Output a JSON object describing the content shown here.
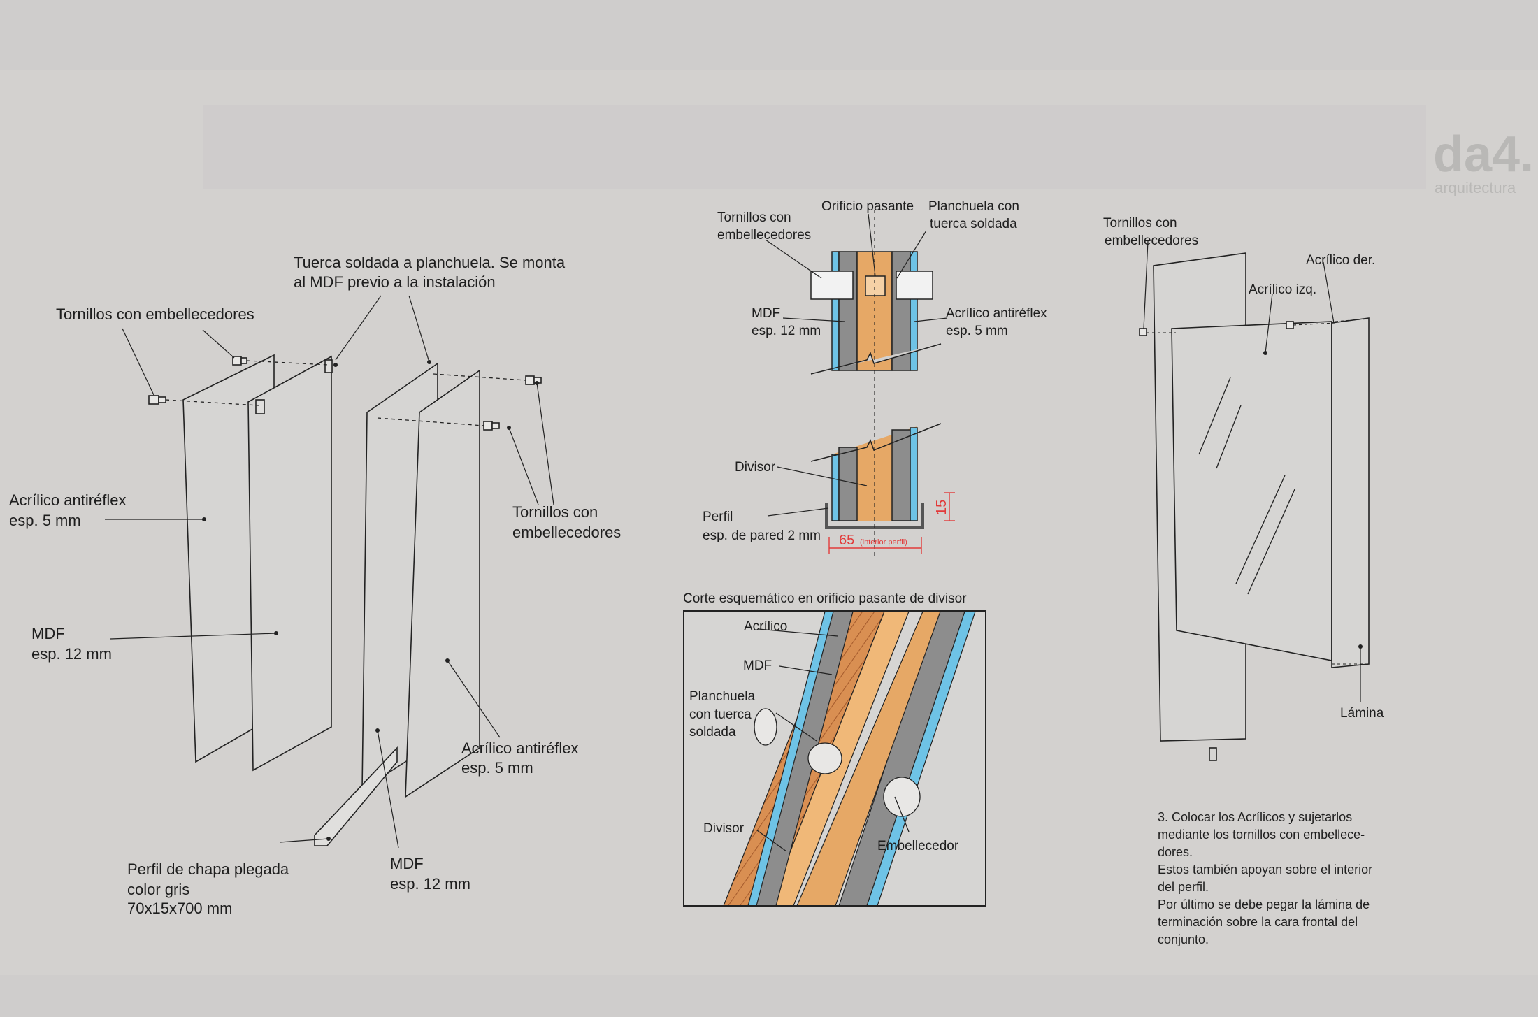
{
  "logo": {
    "mark": "da4.",
    "sub": "arquitectura"
  },
  "left": {
    "nut_note": [
      "Tuerca soldada a planchuela. Se monta",
      "al MDF previo a la instalación"
    ],
    "screws_left": "Tornillos con embellecedores",
    "screws_right": [
      "Tornillos con",
      "embellecedores"
    ],
    "acrylic_left": [
      "Acrílico antiréflex",
      "esp. 5 mm"
    ],
    "mdf_left": [
      "MDF",
      "esp. 12 mm"
    ],
    "acrylic_right": [
      "Acrílico antiréflex",
      "esp. 5 mm"
    ],
    "mdf_bottom": [
      "MDF",
      "esp. 12 mm"
    ],
    "profile": [
      "Perfil de chapa plegada",
      "color gris",
      "70x15x700 mm"
    ]
  },
  "section": {
    "screws": [
      "Tornillos con",
      "embellecedores"
    ],
    "hole": "Orificio pasante",
    "plate": [
      "Planchuela con",
      "tuerca soldada"
    ],
    "mdf": [
      "MDF",
      "esp. 12 mm"
    ],
    "acrylic": [
      "Acrílico antiréflex",
      "esp. 5 mm"
    ],
    "divider": "Divisor",
    "profile": [
      "Perfil",
      "esp. de pared 2 mm"
    ],
    "dim_height": "15",
    "dim_width": "65",
    "dim_width_note": "(interior perfil)"
  },
  "detail": {
    "title": "Corte esquemático en orificio pasante de divisor",
    "acrylic": "Acrílico",
    "mdf": "MDF",
    "plate": [
      "Planchuela",
      "con tuerca",
      "soldada"
    ],
    "divider": "Divisor",
    "cap": "Embellecedor"
  },
  "right": {
    "screws": [
      "Tornillos con",
      "embellecedores"
    ],
    "acrylic_right": "Acrílico der.",
    "acrylic_left": "Acrílico izq.",
    "sheet": "Lámina",
    "step": [
      "3. Colocar los Acrílicos y sujetarlos",
      "mediante los tornillos con embellece-",
      "dores.",
      "Estos también apoyan sobre el interior",
      "del perfil.",
      "Por último se debe pegar la lámina de",
      "terminación sobre la cara frontal del",
      "conjunto."
    ]
  },
  "colors": {
    "background": "#cfcdcc",
    "panel": "#d2d1cf",
    "acrylic": "#6ec3e6",
    "mdf": "#8d8d8d",
    "wood": "#e6a866",
    "dimension": "#e23a3a"
  }
}
